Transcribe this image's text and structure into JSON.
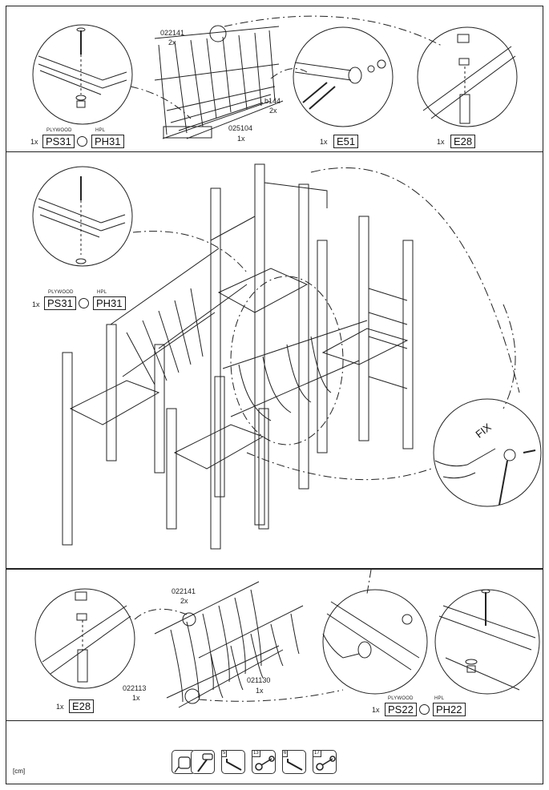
{
  "top_section": {
    "part_left_top": {
      "code": "022141",
      "qty": "2x"
    },
    "part_right": {
      "code": "b144",
      "qty": "2x"
    },
    "part_bottom": {
      "code": "025104",
      "qty": "1x"
    },
    "detail_plywood": {
      "qty": "1x",
      "sub_plywood": "PLYWOOD",
      "sub_hpl": "HPL",
      "code_a": "PS31",
      "code_b": "PH31"
    },
    "detail_e51": {
      "qty": "1x",
      "code": "E51"
    },
    "detail_e28": {
      "qty": "1x",
      "code": "E28"
    }
  },
  "main_section": {
    "detail_plywood": {
      "qty": "1x",
      "sub_plywood": "PLYWOOD",
      "sub_hpl": "HPL",
      "code_a": "PS31",
      "code_b": "PH31"
    },
    "fix_label": "FIX"
  },
  "bottom_section": {
    "part_top": {
      "code": "022141",
      "qty": "2x"
    },
    "part_left": {
      "code": "022113",
      "qty": "1x"
    },
    "part_right": {
      "code": "021130",
      "qty": "1x"
    },
    "detail_e28": {
      "qty": "1x",
      "code": "E28"
    },
    "detail_plywood": {
      "qty": "1x",
      "sub_plywood": "PLYWOOD",
      "sub_hpl": "HPL",
      "code_a": "PS22",
      "code_b": "PH22"
    }
  },
  "footer": {
    "unit_label": "[cm]",
    "tools": [
      {
        "icon": "tape-measure-icon",
        "num": ""
      },
      {
        "icon": "mallet-icon",
        "num": ""
      },
      {
        "icon": "hex-key-icon",
        "num": "5"
      },
      {
        "icon": "spanner-icon",
        "num": "13"
      },
      {
        "icon": "hex-key-icon",
        "num": "6"
      },
      {
        "icon": "spanner-icon",
        "num": "17"
      }
    ]
  }
}
